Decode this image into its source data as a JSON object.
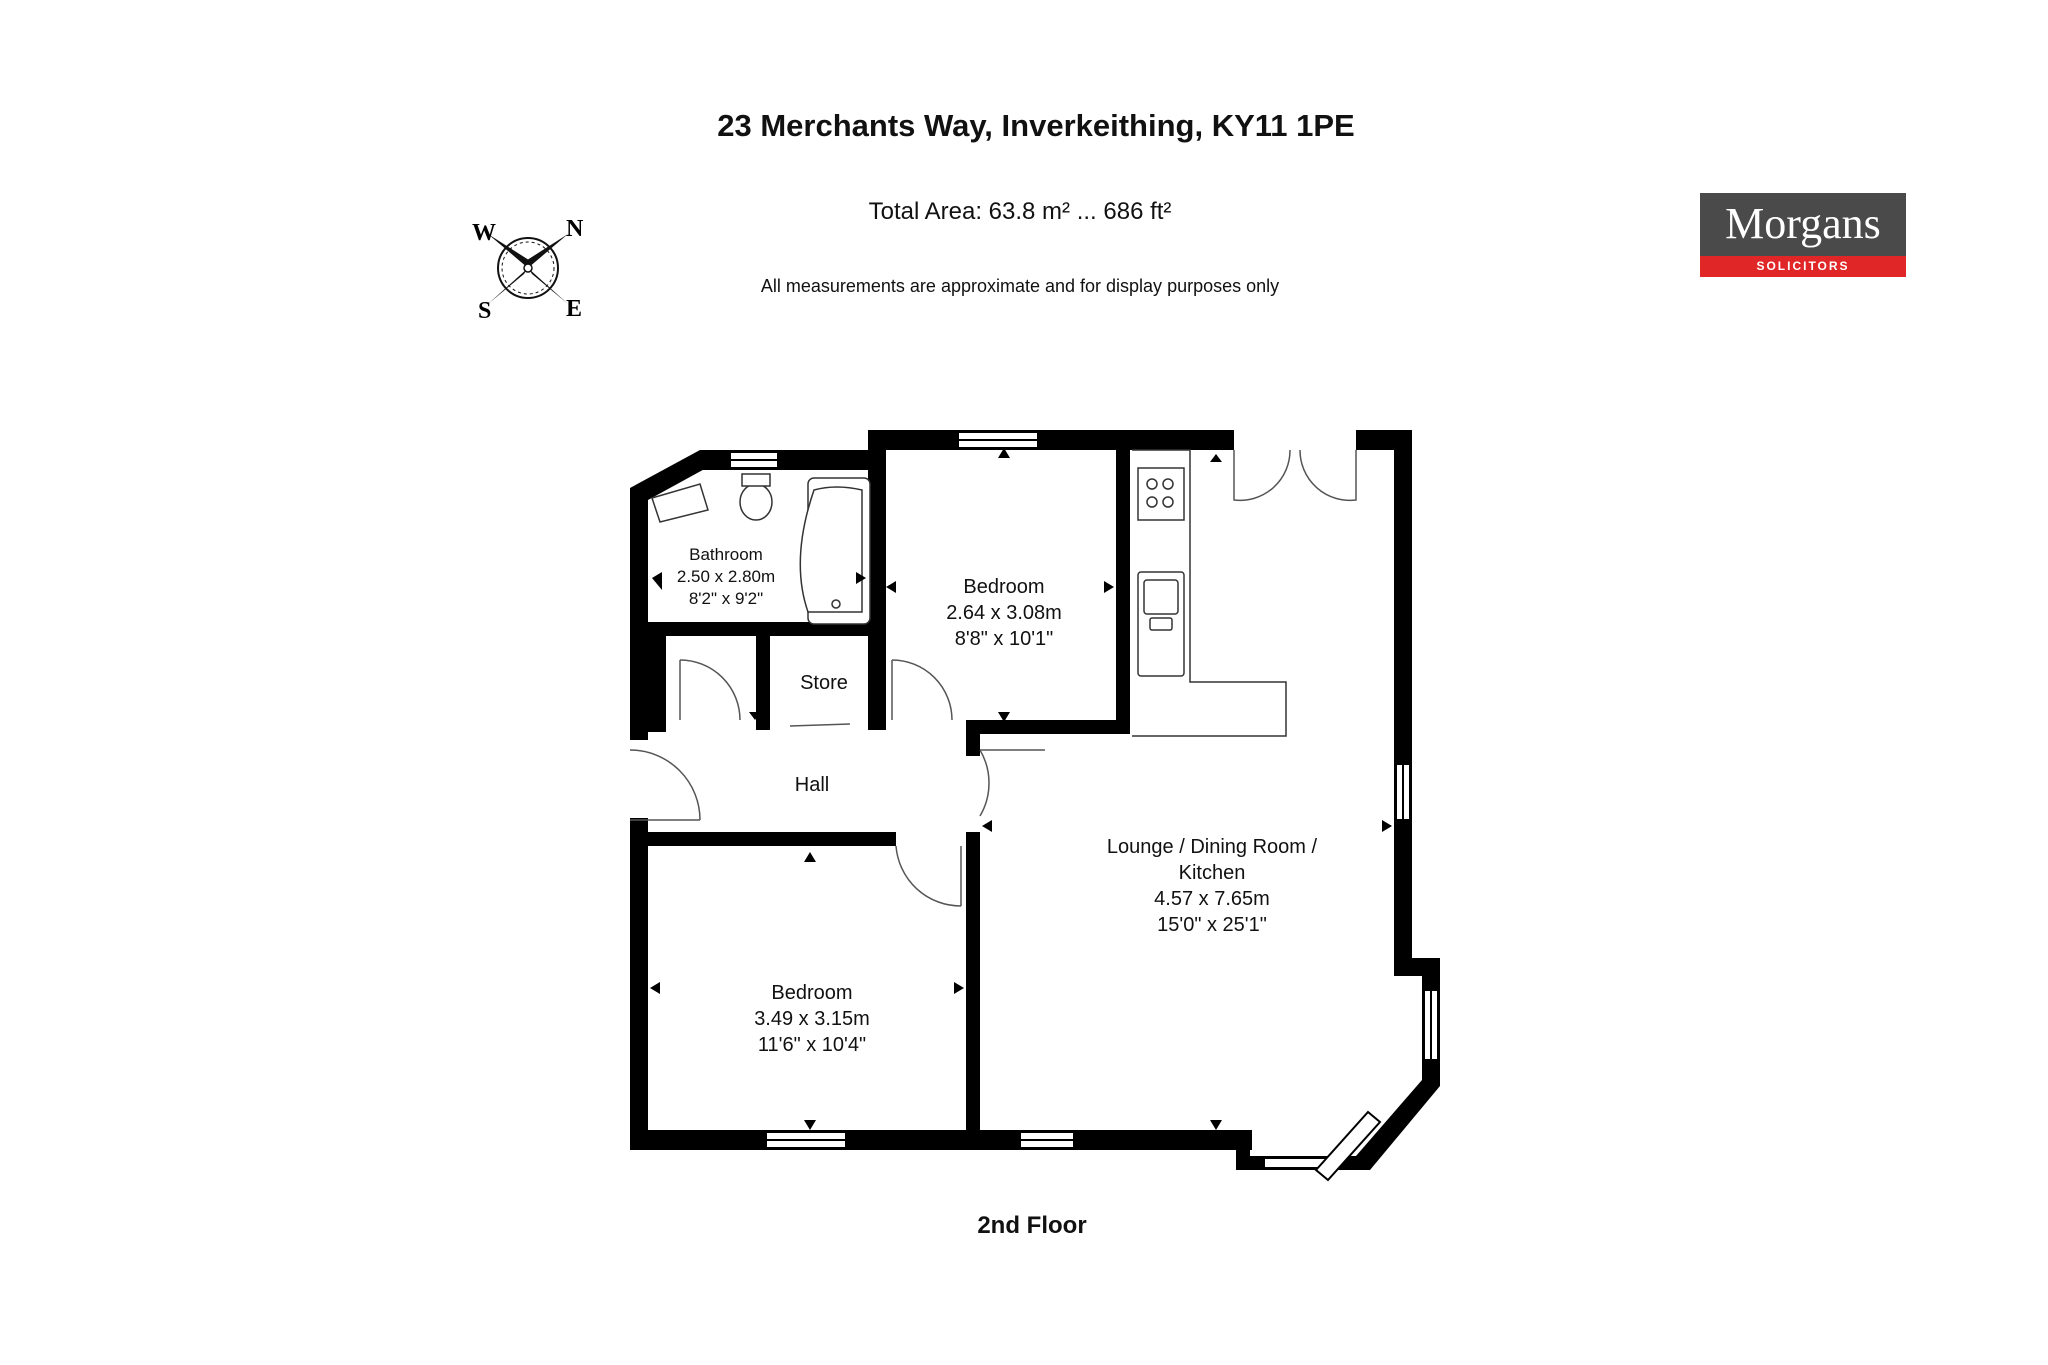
{
  "header": {
    "address": "23 Merchants Way, Inverkeithing, KY11 1PE",
    "total_area": "Total Area: 63.8 m² ... 686 ft²",
    "disclaimer": "All measurements are approximate and for display purposes only"
  },
  "logo": {
    "name": "Morgans",
    "tagline": "SOLICITORS",
    "colors": {
      "top": "#4a4a4a",
      "bottom": "#e02626"
    }
  },
  "compass": {
    "w": "W",
    "n": "N",
    "s": "S",
    "e": "E"
  },
  "rooms": {
    "bathroom": {
      "name": "Bathroom",
      "metric": "2.50 x 2.80m",
      "imperial": "8'2\" x 9'2\""
    },
    "bedroom_top": {
      "name": "Bedroom",
      "metric": "2.64 x 3.08m",
      "imperial": "8'8\" x 10'1\""
    },
    "store": {
      "name": "Store"
    },
    "hall": {
      "name": "Hall"
    },
    "lounge": {
      "name_line1": "Lounge / Dining Room /",
      "name_line2": "Kitchen",
      "metric": "4.57 x 7.65m",
      "imperial": "15'0\" x 25'1\""
    },
    "bedroom_bottom": {
      "name": "Bedroom",
      "metric": "3.49 x 3.15m",
      "imperial": "11'6\" x 10'4\""
    }
  },
  "floor_label": "2nd Floor"
}
